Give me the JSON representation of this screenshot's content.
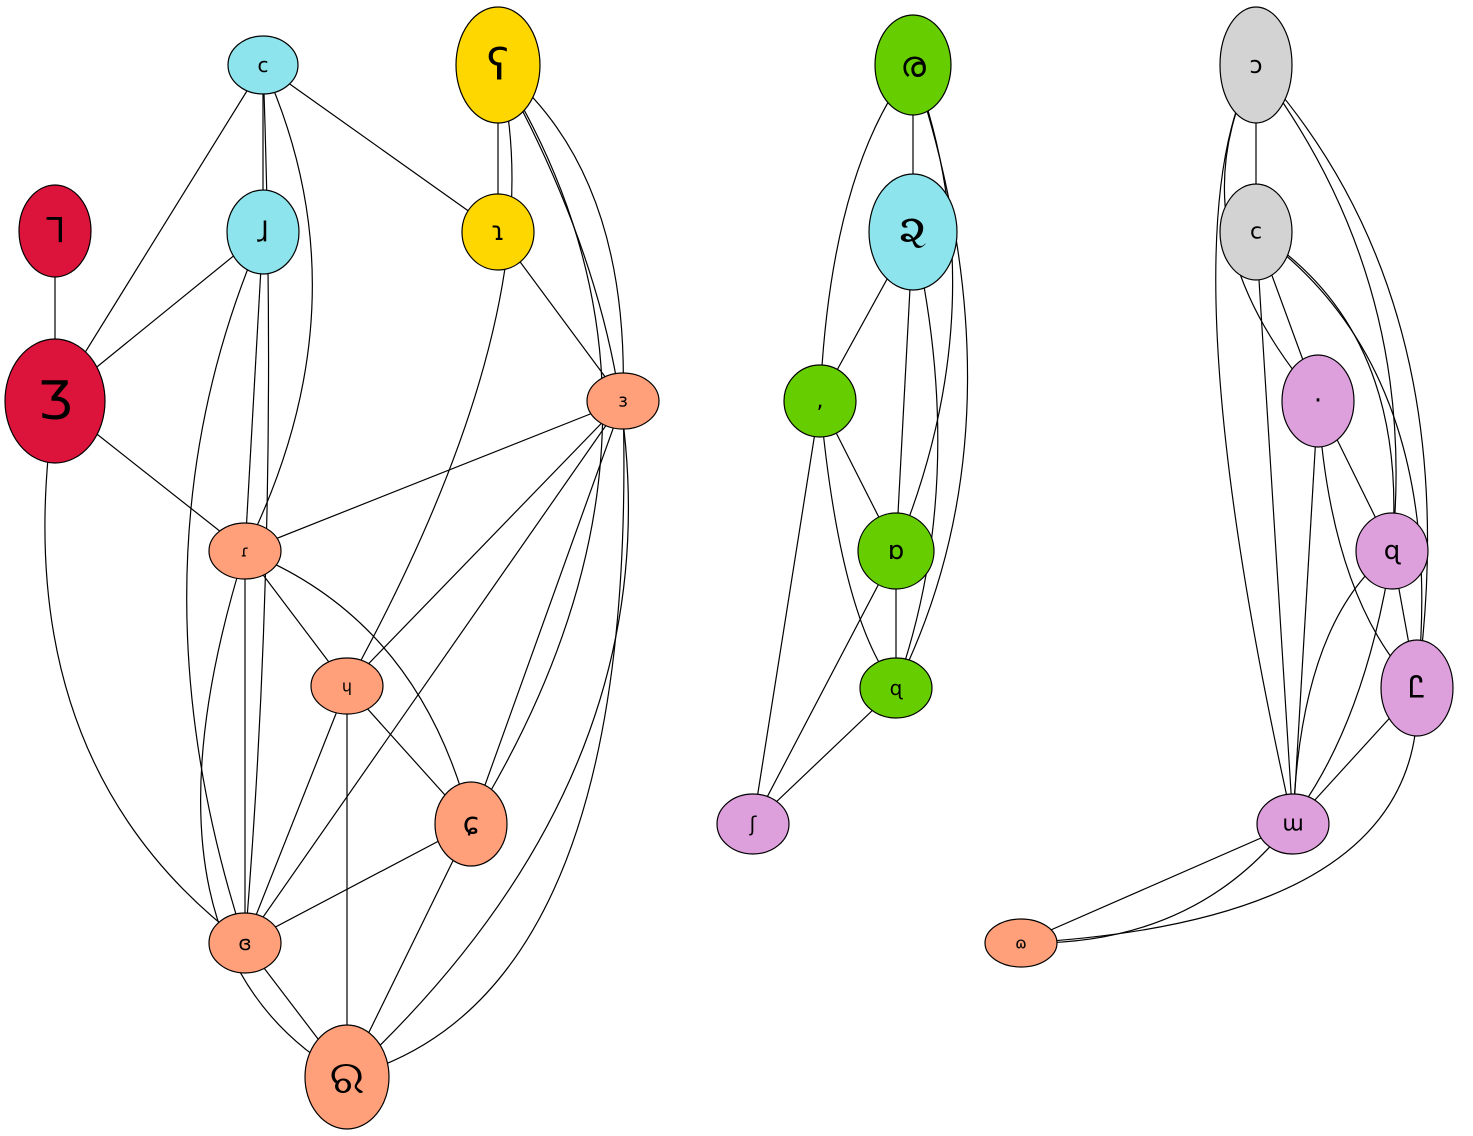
{
  "colors": {
    "orange": "#ffa07a",
    "yellow": "#ffd700",
    "green": "#66cd00",
    "pink": "#dda0dd",
    "grey": "#d3d3d3",
    "cyan": "#8ee4ec",
    "crimson": "#dc143c"
  },
  "nodes": [
    {
      "id": "n1",
      "label": "c",
      "color": "#8ee4ec"
    },
    {
      "id": "n2",
      "label": "ᒣ",
      "color": "#dc143c"
    },
    {
      "id": "n3",
      "label": "Ʒ",
      "color": "#dc143c"
    },
    {
      "id": "n4",
      "label": "ɺ",
      "color": "#8ee4ec"
    },
    {
      "id": "n5",
      "label": "ʕ",
      "color": "#ffd700"
    },
    {
      "id": "n6",
      "label": "ɿ",
      "color": "#ffd700"
    },
    {
      "id": "n7",
      "label": "ɜ",
      "color": "#ffa07a"
    },
    {
      "id": "n8",
      "label": "ɾ",
      "color": "#ffa07a"
    },
    {
      "id": "n9",
      "label": "ɥ",
      "color": "#ffa07a"
    },
    {
      "id": "n10",
      "label": "ɕ",
      "color": "#ffa07a"
    },
    {
      "id": "n11",
      "label": "ɞ",
      "color": "#ffa07a"
    },
    {
      "id": "n12",
      "label": "ର",
      "color": "#ffa07a"
    },
    {
      "id": "g1",
      "label": "ര",
      "color": "#66cd00"
    },
    {
      "id": "g2",
      "label": "૨",
      "color": "#8ee4ec"
    },
    {
      "id": "g3",
      "label": ",",
      "color": "#66cd00"
    },
    {
      "id": "g4",
      "label": "ɒ",
      "color": "#66cd00"
    },
    {
      "id": "g5",
      "label": "ɋ",
      "color": "#66cd00"
    },
    {
      "id": "g6",
      "label": "ʃ",
      "color": "#dda0dd"
    },
    {
      "id": "h1",
      "label": "ɔ",
      "color": "#d3d3d3"
    },
    {
      "id": "h2",
      "label": "c",
      "color": "#d3d3d3"
    },
    {
      "id": "h3",
      "label": "·",
      "color": "#dda0dd"
    },
    {
      "id": "h4",
      "label": "ɋ",
      "color": "#dda0dd"
    },
    {
      "id": "h5",
      "label": "Ꮭ",
      "color": "#dda0dd"
    },
    {
      "id": "h6",
      "label": "ɯ",
      "color": "#dda0dd"
    },
    {
      "id": "h7",
      "label": "ɷ",
      "color": "#ffa07a"
    }
  ],
  "edges": [
    [
      "n1",
      "n4"
    ],
    [
      "n1",
      "n3"
    ],
    [
      "n1",
      "n6"
    ],
    [
      "n1",
      "n8"
    ],
    [
      "n1",
      "n11"
    ],
    [
      "n2",
      "n3"
    ],
    [
      "n4",
      "n3"
    ],
    [
      "n4",
      "n8"
    ],
    [
      "n4",
      "n11"
    ],
    [
      "n3",
      "n8"
    ],
    [
      "n3",
      "n11"
    ],
    [
      "n5",
      "n6"
    ],
    [
      "n5",
      "n9"
    ],
    [
      "n5",
      "n7"
    ],
    [
      "n5",
      "n10"
    ],
    [
      "n5",
      "n12"
    ],
    [
      "n6",
      "n7"
    ],
    [
      "n7",
      "n8"
    ],
    [
      "n7",
      "n9"
    ],
    [
      "n7",
      "n11"
    ],
    [
      "n7",
      "n10"
    ],
    [
      "n7",
      "n12"
    ],
    [
      "n8",
      "n9"
    ],
    [
      "n8",
      "n10"
    ],
    [
      "n8",
      "n11"
    ],
    [
      "n8",
      "n12"
    ],
    [
      "n9",
      "n11"
    ],
    [
      "n9",
      "n12"
    ],
    [
      "n9",
      "n10"
    ],
    [
      "n10",
      "n11"
    ],
    [
      "n10",
      "n12"
    ],
    [
      "n11",
      "n12"
    ],
    [
      "g1",
      "g2"
    ],
    [
      "g1",
      "g3"
    ],
    [
      "g1",
      "g4"
    ],
    [
      "g1",
      "g5"
    ],
    [
      "g2",
      "g3"
    ],
    [
      "g2",
      "g4"
    ],
    [
      "g2",
      "g5"
    ],
    [
      "g3",
      "g4"
    ],
    [
      "g3",
      "g5"
    ],
    [
      "g3",
      "g6"
    ],
    [
      "g4",
      "g5"
    ],
    [
      "g4",
      "g6"
    ],
    [
      "g5",
      "g6"
    ],
    [
      "h1",
      "h2"
    ],
    [
      "h1",
      "h3"
    ],
    [
      "h1",
      "h6"
    ],
    [
      "h1",
      "h4"
    ],
    [
      "h1",
      "h5"
    ],
    [
      "h2",
      "h3"
    ],
    [
      "h2",
      "h6"
    ],
    [
      "h2",
      "h4"
    ],
    [
      "h2",
      "h5"
    ],
    [
      "h3",
      "h4"
    ],
    [
      "h3",
      "h6"
    ],
    [
      "h3",
      "h5"
    ],
    [
      "h4",
      "h5"
    ],
    [
      "h4",
      "h6"
    ],
    [
      "h4",
      "h7"
    ],
    [
      "h5",
      "h6"
    ],
    [
      "h5",
      "h7"
    ],
    [
      "h6",
      "h7"
    ]
  ]
}
